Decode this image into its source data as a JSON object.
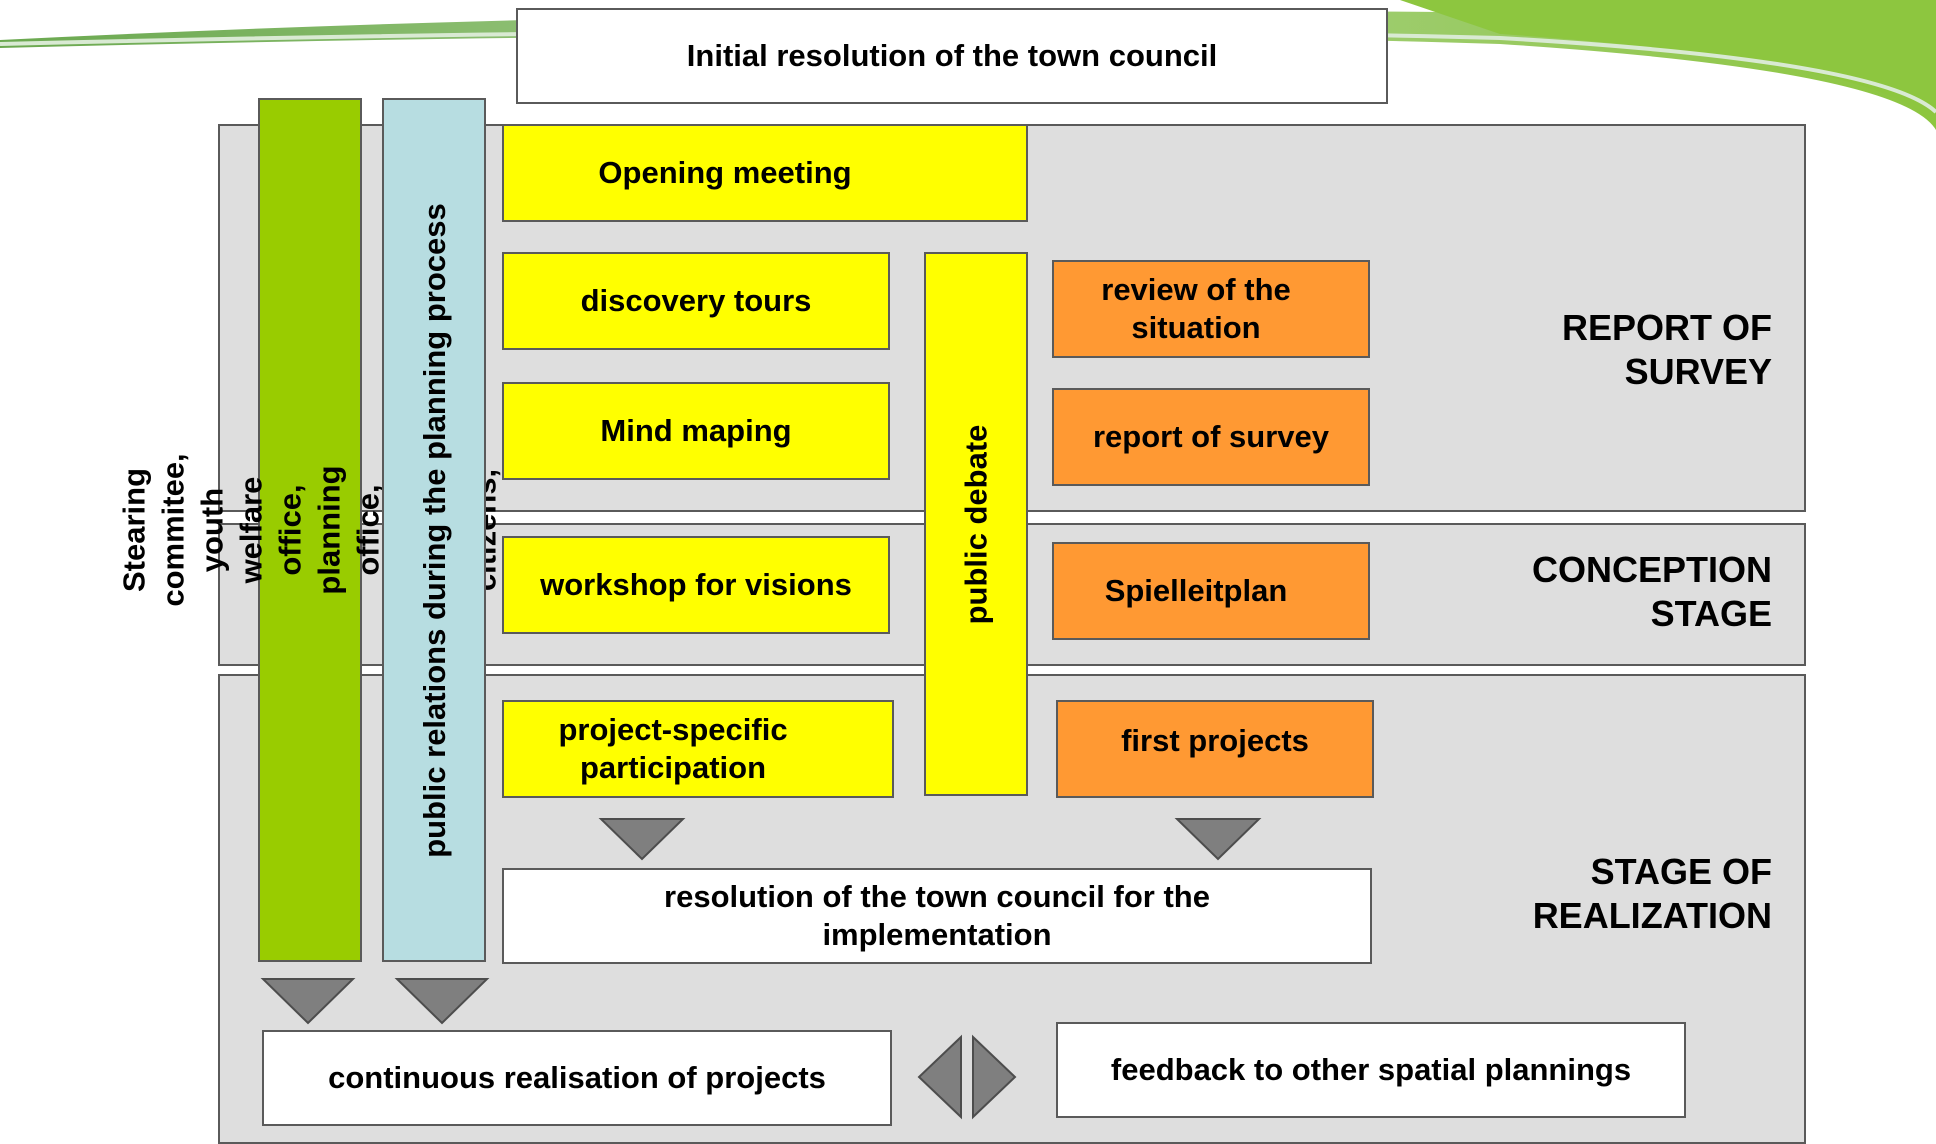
{
  "colors": {
    "band": "#dedede",
    "yellow": "#ffff00",
    "orange": "#ff9933",
    "green": "#99cc00",
    "lightblue": "#b7dde1",
    "arrow": "#7f7f7f",
    "swoosh": "#8dc63f"
  },
  "top": {
    "initial_resolution": "Initial resolution of the town council"
  },
  "columns": {
    "stakeholders": "Stearing commitee,  youth welfare office,\nplanning office, press, interested citizens,",
    "public_relations": "public relations during the planning process",
    "public_debate": "public debate"
  },
  "survey": {
    "stage_label": "REPORT OF\nSURVEY",
    "opening_meeting": "Opening meeting",
    "discovery_tours": "discovery tours",
    "mind_maping": "Mind maping",
    "review": "review of the\nsituation",
    "report": "report of survey"
  },
  "conception": {
    "stage_label": "CONCEPTION\nSTAGE",
    "workshop": "workshop for visions",
    "spielleitplan": "Spielleitplan"
  },
  "realization": {
    "stage_label": "STAGE OF\nREALIZATION",
    "participation": "project-specific\nparticipation",
    "first_projects": "first projects",
    "resolution_impl": "resolution of the town council for the\nimplementation",
    "continuous": "continuous realisation of projects",
    "feedback": "feedback to other spatial plannings"
  },
  "icons": [
    "down-triangle-arrow-icon",
    "left-triangle-arrow-icon",
    "right-triangle-arrow-icon"
  ]
}
